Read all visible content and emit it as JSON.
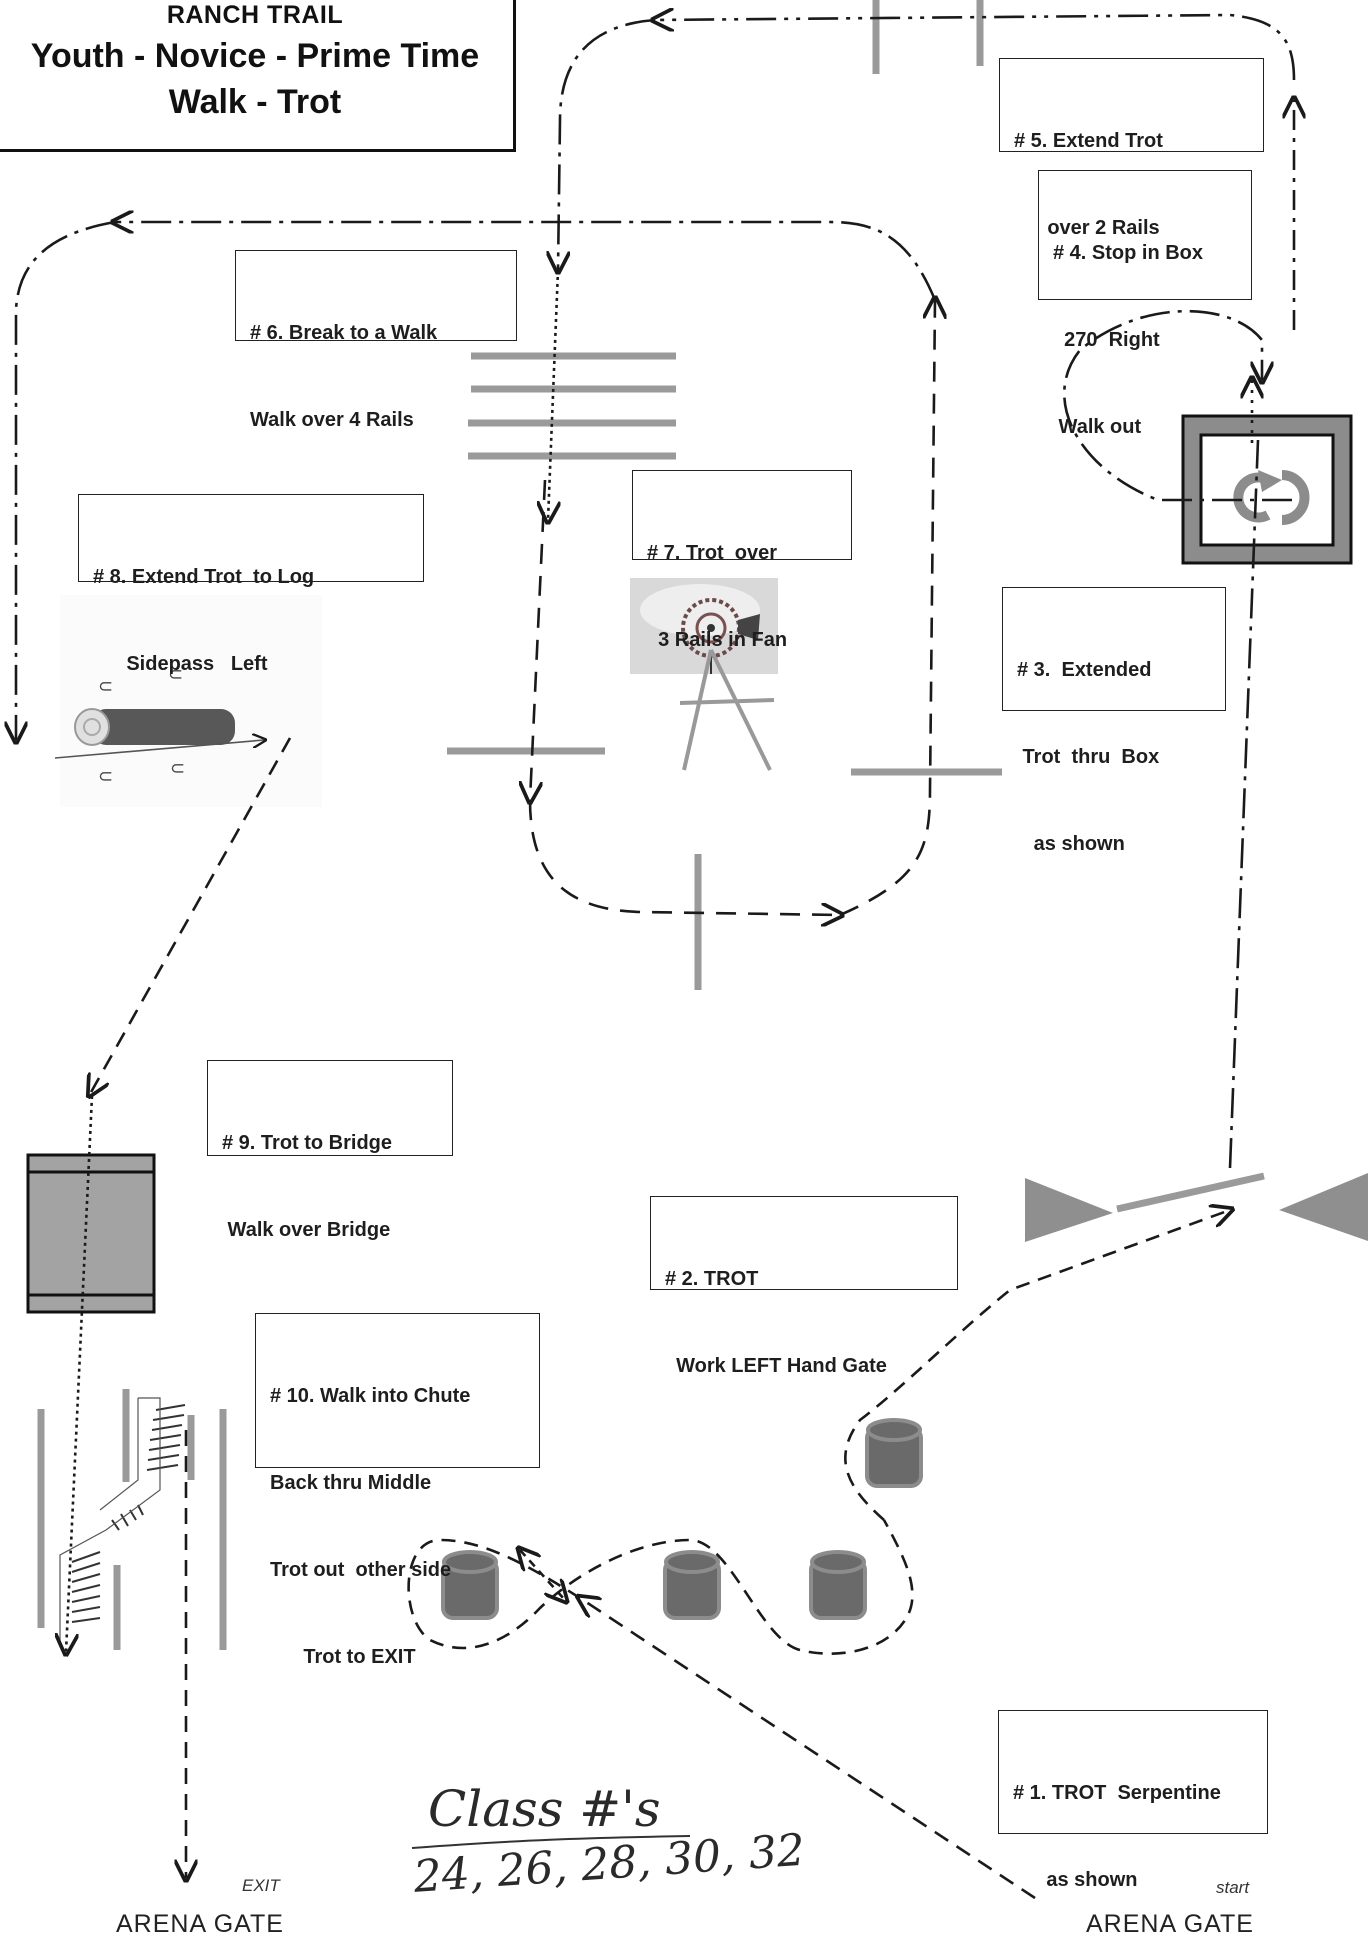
{
  "header": {
    "line1": "RANCH TRAIL",
    "line2": "Youth - Novice -  Prime Time",
    "line3": "Walk - Trot"
  },
  "obstacles": [
    {
      "lines": [
        "# 1. TROT  Serpentine",
        "      as shown"
      ]
    },
    {
      "lines": [
        "# 2. TROT",
        "  Work LEFT Hand Gate"
      ]
    },
    {
      "lines": [
        "# 3.  Extended",
        " Trot  thru  Box",
        "   as shown"
      ]
    },
    {
      "lines": [
        "# 4. Stop in Box",
        "  270  Right",
        " Walk out"
      ]
    },
    {
      "lines": [
        "# 5. Extend Trot",
        "      over 2 Rails"
      ]
    },
    {
      "lines": [
        "# 6. Break to a Walk",
        "Walk over 4 Rails"
      ]
    },
    {
      "lines": [
        "# 7. Trot  over",
        "  3 Rails in Fan"
      ]
    },
    {
      "lines": [
        "# 8. Extend Trot  to Log",
        "      Sidepass   Left"
      ]
    },
    {
      "lines": [
        "# 9. Trot to Bridge",
        " Walk over Bridge"
      ]
    },
    {
      "lines": [
        "# 10. Walk into Chute",
        "Back thru Middle",
        "Trot out  other side",
        "      Trot to EXIT"
      ]
    }
  ],
  "gates": {
    "exit_gate": "ARENA GATE",
    "exit_label": "EXIT",
    "start_gate": "ARENA  GATE",
    "start_label": "start"
  },
  "handwritten": {
    "heading": "Class #'s",
    "numbers": "24, 26, 28, 30, 32"
  },
  "colors": {
    "rail": "#9a9a9a",
    "barrel": "#6a6a6a",
    "barrel_rim": "#8c8c8c",
    "path": "#1a1a1a",
    "box_border": "#222222"
  }
}
